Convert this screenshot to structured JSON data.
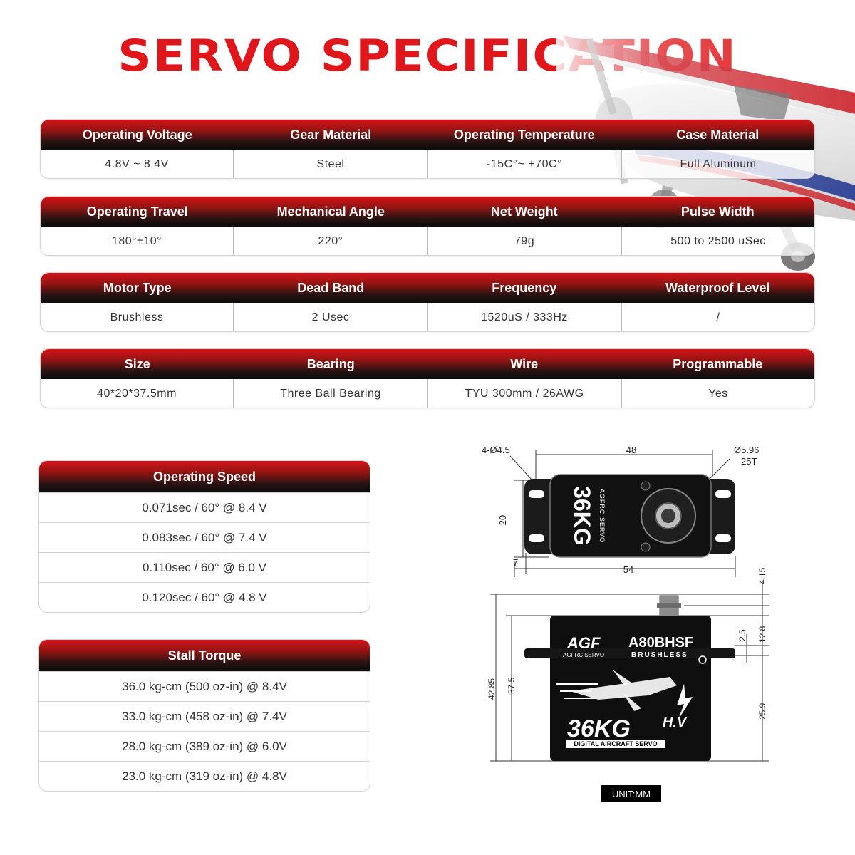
{
  "title": "SERVO SPECIFICATION",
  "spec_groups": [
    {
      "headers": [
        "Operating Voltage",
        "Gear Material",
        "Operating Temperature",
        "Case Material"
      ],
      "values": [
        "4.8V ~ 8.4V",
        "Steel",
        "-15C°~ +70C°",
        "Full Aluminum"
      ]
    },
    {
      "headers": [
        "Operating Travel",
        "Mechanical Angle",
        "Net Weight",
        "Pulse Width"
      ],
      "values": [
        "180°±10°",
        "220°",
        "79g",
        "500 to 2500 uSec"
      ]
    },
    {
      "headers": [
        "Motor Type",
        "Dead Band",
        "Frequency",
        "Waterproof Level"
      ],
      "values": [
        "Brushless",
        "2 Usec",
        "1520uS / 333Hz",
        "/"
      ]
    },
    {
      "headers": [
        "Size",
        "Bearing",
        "Wire",
        "Programmable"
      ],
      "values": [
        "40*20*37.5mm",
        "Three Ball Bearing",
        "TYU 300mm / 26AWG",
        "Yes"
      ]
    }
  ],
  "operating_speed": {
    "title": "Operating Speed",
    "rows": [
      "0.071sec / 60° @ 8.4 V",
      "0.083sec / 60° @ 7.4 V",
      "0.110sec / 60° @ 6.0 V",
      "0.120sec / 60° @ 4.8 V"
    ]
  },
  "stall_torque": {
    "title": "Stall Torque",
    "rows": [
      "36.0 kg-cm (500 oz-in) @ 8.4V",
      "33.0 kg-cm (458 oz-in) @ 7.4V",
      "28.0 kg-cm (389 oz-in) @ 6.0V",
      "23.0 kg-cm (319 oz-in) @ 4.8V"
    ]
  },
  "diagram": {
    "top_view": {
      "mount_holes": "4-Ø4.5",
      "hole_spacing": "48",
      "spline_diameter": "Ø5.96",
      "spline_teeth": "25T",
      "height": "20",
      "flange": "7",
      "overall_length": "54",
      "body_text": "36KG",
      "brand_text": "AGFRC SERVO"
    },
    "side_view": {
      "spline_height": "4.15",
      "dim_2_5": "2.5",
      "dim_12_8": "12.8",
      "overall_height": "42.85",
      "body_height": "37.5",
      "lower_height": "25.9",
      "model": "A80BHSF",
      "model_sub": "BRUSHLESS",
      "brand": "AGFRC SERVO",
      "torque_mark": "36KG",
      "hv_mark": "H.V",
      "caption": "DIGITAL AIRCRAFT SERVO"
    },
    "unit": "UNIT:MM"
  },
  "colors": {
    "title_red": "#e0161b",
    "header_red": "#d5141a",
    "header_black": "#0c0c0c",
    "plane_red": "#c8141c",
    "plane_blue": "#1a2f8c"
  },
  "icons": [
    "rc-airplane-photo",
    "aircraft-decal-icon"
  ]
}
